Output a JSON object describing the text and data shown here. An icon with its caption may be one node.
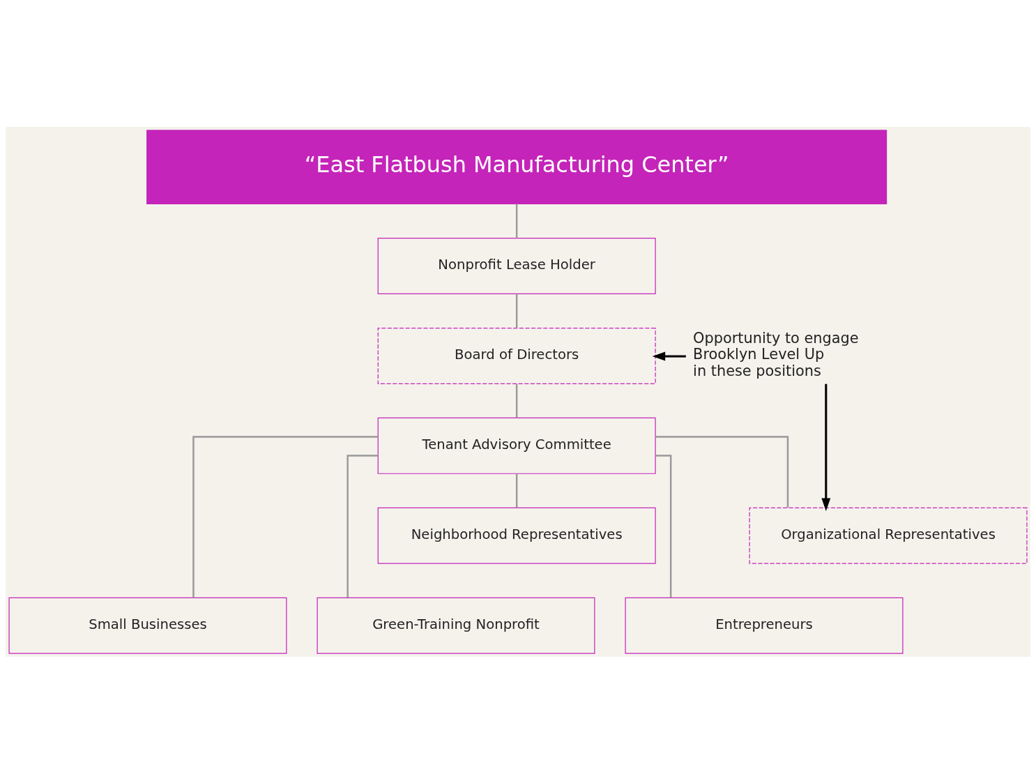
{
  "diagram": {
    "nodes": [
      {
        "text": [
          "“East Flatbush Manufacturing Center”"
        ]
      },
      {
        "text": [
          "Nonprofit Lease Holder"
        ]
      },
      {
        "text": [
          "Board of Directors"
        ]
      },
      {
        "text": [
          "Tenant Advisory Committee"
        ]
      },
      {
        "text": [
          "Neighborhood Representatives"
        ]
      },
      {
        "text": [
          "Organizational Representatives"
        ]
      },
      {
        "text": [
          "Small Businesses"
        ]
      },
      {
        "text": [
          "Green-Training Nonprofit"
        ]
      },
      {
        "text": [
          "Entrepreneurs"
        ]
      },
      {
        "text": [
          "Opportunity to engage Brooklyn Level Up in these positions"
        ]
      }
    ],
    "edges": [
      {
        "from": 0,
        "to": 1,
        "arrow": "none"
      },
      {
        "from": 1,
        "to": 2,
        "arrow": "none"
      },
      {
        "from": 2,
        "to": 3,
        "arrow": "none"
      },
      {
        "from": 3,
        "to": 4,
        "arrow": "none"
      },
      {
        "from": 3,
        "to": 5,
        "arrow": "none"
      },
      {
        "from": 3,
        "to": 6,
        "arrow": "none"
      },
      {
        "from": 3,
        "to": 7,
        "arrow": "none"
      },
      {
        "from": 3,
        "to": 8,
        "arrow": "none"
      },
      {
        "from": 9,
        "to": 2,
        "arrow": "to",
        "color": "#000000"
      },
      {
        "from": 9,
        "to": 5,
        "arrow": "to",
        "color": "#000000"
      }
    ]
  }
}
